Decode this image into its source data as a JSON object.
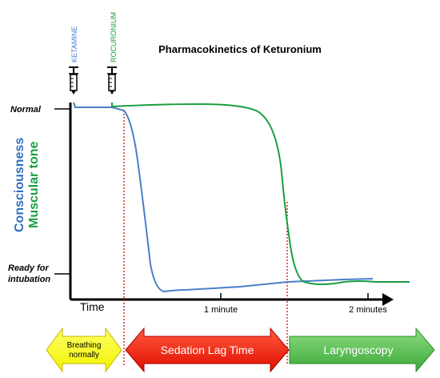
{
  "title": "Pharmacokinetics of Keturonium",
  "y_axis": {
    "label_top": "Normal",
    "label_bottom_line1": "Ready for",
    "label_bottom_line2": "intubation",
    "series_label_consciousness": "Consciousness",
    "series_label_muscular": "Muscular tone"
  },
  "x_axis": {
    "name": "Time",
    "tick_1": "1 minute",
    "tick_2": "2 minutes"
  },
  "drugs": {
    "ketamine": "KETAMINE",
    "rocuronium": "ROCURONIUM"
  },
  "phases": {
    "breathing_line1": "Breathing",
    "breathing_line2": "normally",
    "sedation": "Sedation Lag Time",
    "laryngoscopy": "Laryngoscopy"
  },
  "colors": {
    "consciousness": "#4a7fc9",
    "muscular": "#1a9e3f",
    "marker": "#cc0000",
    "breathing": "#ffff00",
    "sedation": "#e8150a",
    "laryngoscopy": "#4cb94a"
  }
}
